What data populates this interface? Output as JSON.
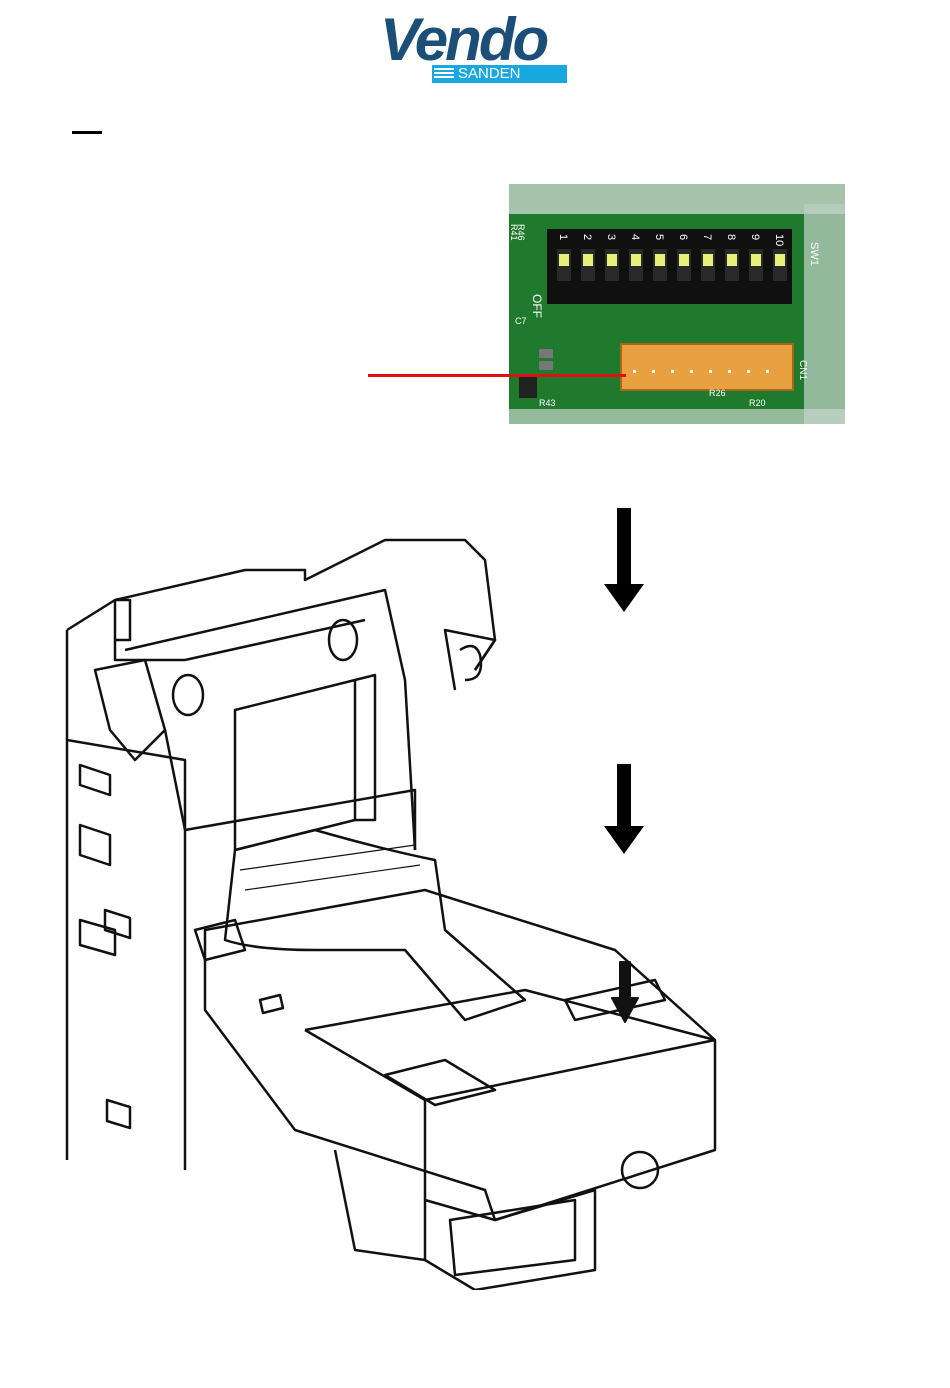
{
  "logo": {
    "wordmark": "Vendo",
    "sub_brand": "SANDEN",
    "brand_color": "#1c4f78",
    "sub_color": "#19a7e0"
  },
  "pcb_photo": {
    "switch_numbers": [
      "1",
      "2",
      "3",
      "4",
      "5",
      "6",
      "7",
      "8",
      "9",
      "10"
    ],
    "switch_label": "SW1",
    "off_label": "OFF",
    "connector_label": "CN1",
    "component_labels": [
      "R46",
      "R41",
      "R26",
      "R20",
      "R43",
      "C7"
    ],
    "board_color": "#1f7a2e",
    "connector_color": "#e8a040",
    "pointer_color": "#e01010"
  },
  "icons": [
    "down-arrow-icon",
    "down-arrow-icon",
    "down-arrow-icon"
  ]
}
